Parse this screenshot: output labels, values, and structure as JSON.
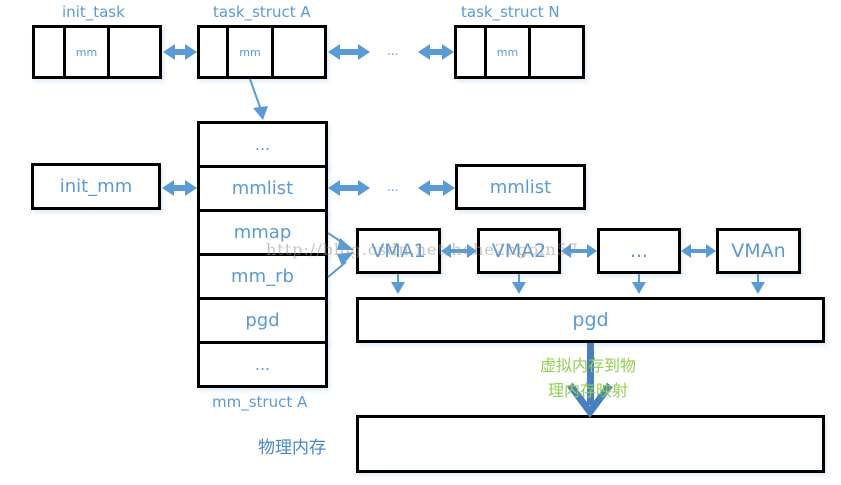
{
  "colors": {
    "accent": "#5b9bd5",
    "dark_arrow": "#4472c4",
    "green_text": "#92d050",
    "border": "#000000"
  },
  "task_row": {
    "init_task": {
      "title": "init_task",
      "field": "mm"
    },
    "task_a": {
      "title": "task_struct A",
      "field": "mm"
    },
    "ellipsis": "...",
    "task_n": {
      "title": "task_struct N",
      "field": "mm"
    }
  },
  "mm_struct": {
    "caption": "mm_struct A",
    "fields": [
      "...",
      "mmlist",
      "mmap",
      "mm_rb",
      "pgd",
      "..."
    ]
  },
  "mm_row": {
    "init_mm": "init_mm",
    "ellipsis": "...",
    "mmlist_n": "mmlist"
  },
  "vma_row": [
    "VMA1",
    "VMA2",
    "...",
    "VMAn"
  ],
  "pgd_bar": "pgd",
  "mapping_label": [
    "虚拟内存到物",
    "理内存映射"
  ],
  "physical_memory": {
    "label": "物理内存"
  },
  "watermark": "http://blog.csdn.net/hehe2ngoin57"
}
